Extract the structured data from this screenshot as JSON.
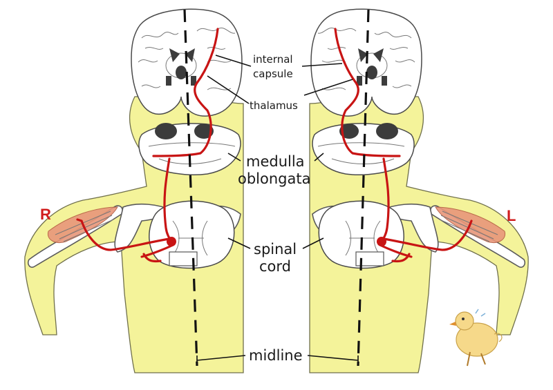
{
  "labels": {
    "internal_capsule_1": "internal",
    "internal_capsule_2": "capsule",
    "thalamus": "thalamus",
    "medulla_1": "medulla",
    "medulla_2": "oblongata",
    "spinal_1": "spinal",
    "spinal_2": "cord",
    "midline": "midline",
    "right_side": "R",
    "left_side": "L"
  },
  "colors": {
    "skin": "#f4f39a",
    "tract": "#c81414",
    "muscle": "#e8967a",
    "label_text": "#1a1a1a",
    "side_letter": "#d01c1c"
  },
  "icons": {
    "chick": "duck-chick-icon"
  }
}
